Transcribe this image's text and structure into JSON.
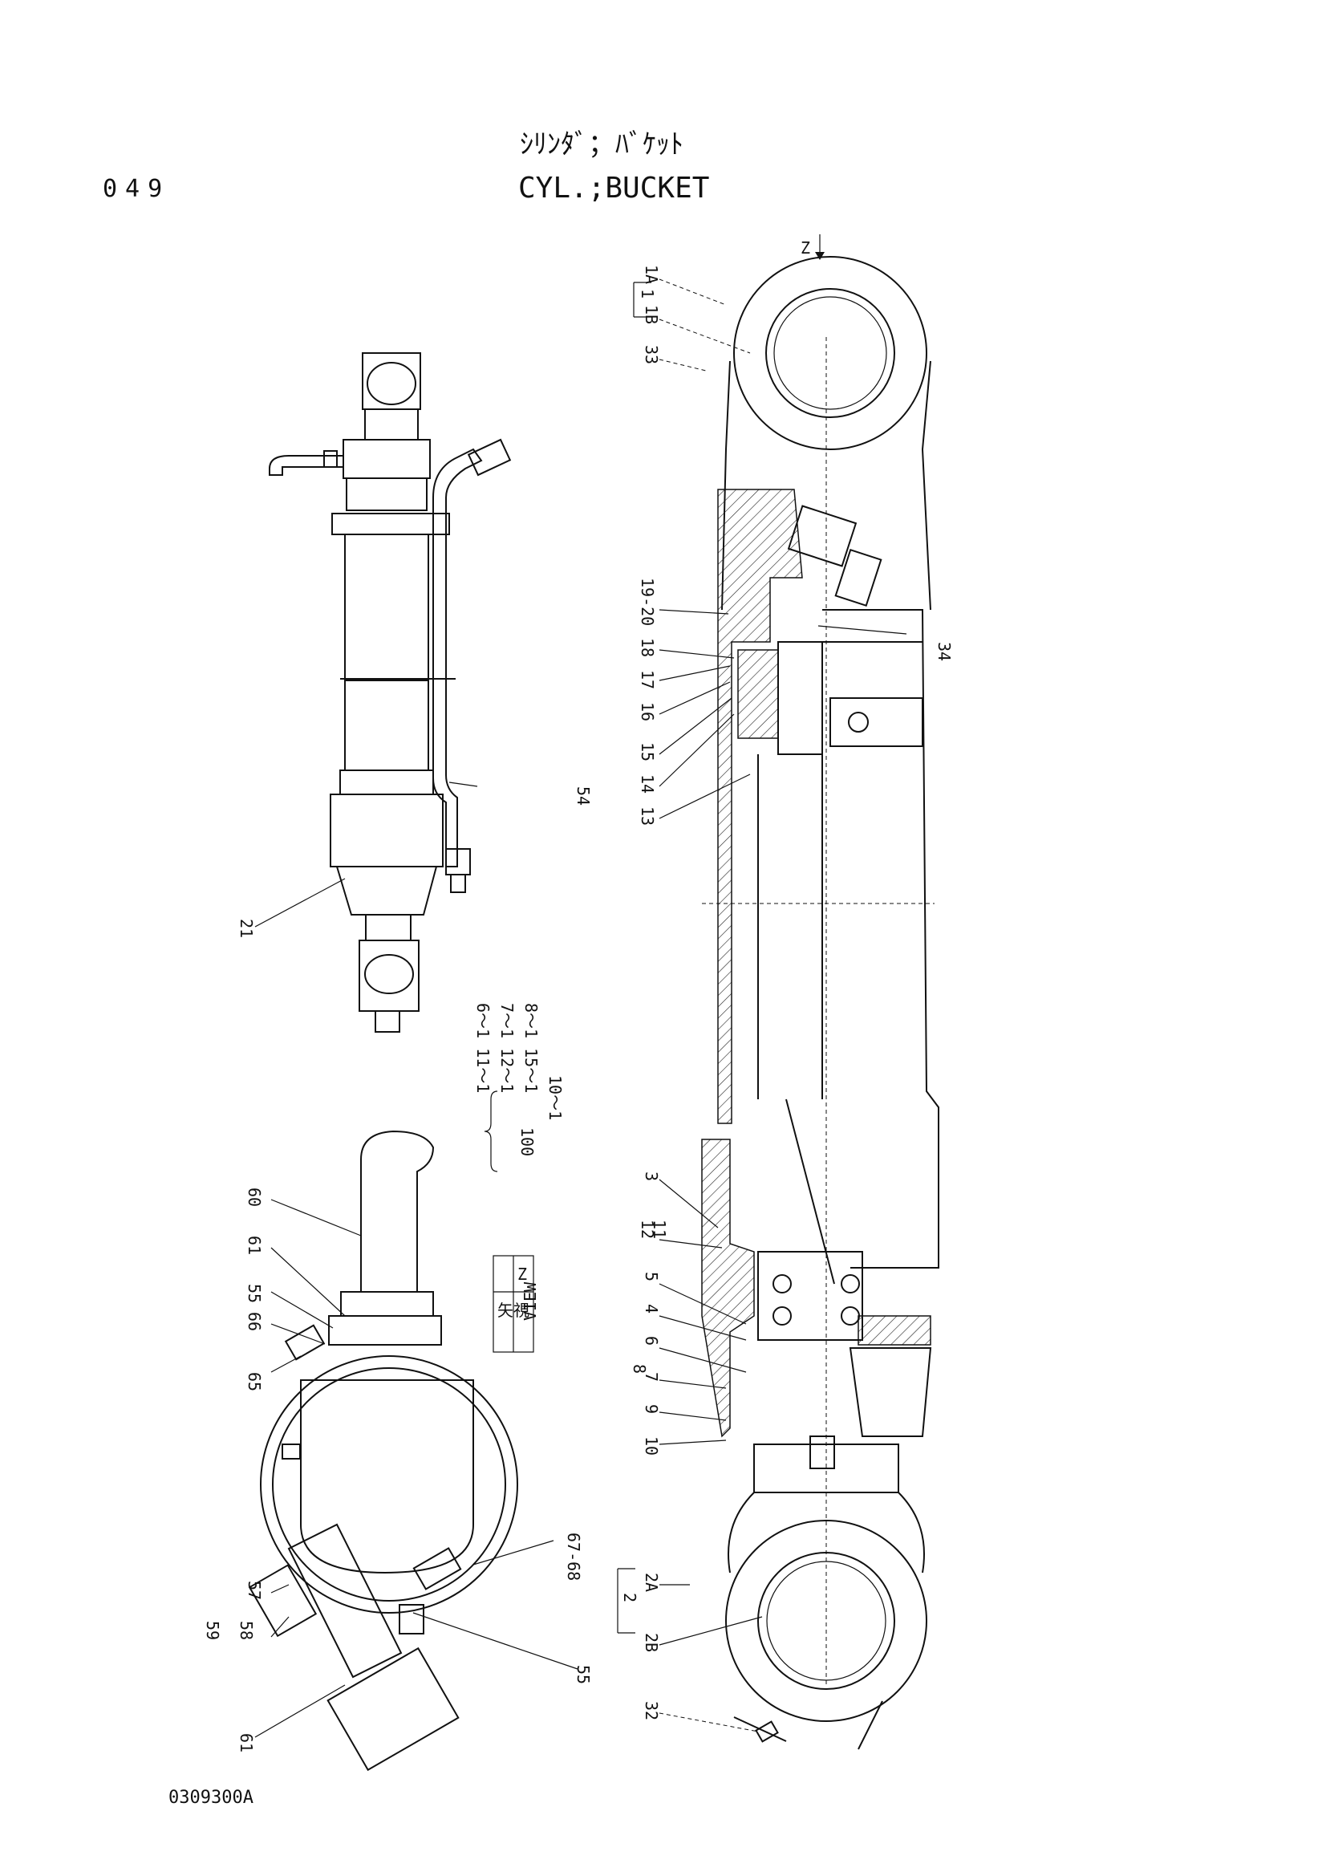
{
  "page_number": "049",
  "title_jp": "ｼﾘﾝﾀﾞ；ﾊﾞｹｯﾄ",
  "title_en": "CYL.;BUCKET",
  "drawing_code": "0309300A",
  "view": {
    "jp": "矢視",
    "en": "VIEW",
    "letter": "Z"
  },
  "z_arrow": "Z",
  "callouts": {
    "p1": "1",
    "p1A": "1A",
    "p1B": "1B",
    "p2": "2",
    "p2A": "2A",
    "p2B": "2B",
    "p3": "3",
    "p4": "4",
    "p5": "5",
    "p6": "6",
    "p7": "7",
    "p8": "8",
    "p9": "9",
    "p10": "10",
    "p11": "11",
    "p12": "12",
    "p13": "13",
    "p14": "14",
    "p15": "15",
    "p16": "16",
    "p17": "17",
    "p18": "18",
    "p1920": "19-20",
    "p21": "21",
    "p32": "32",
    "p33": "33",
    "p34": "34",
    "p54": "54",
    "p55a": "55",
    "p55b": "55",
    "p57": "57",
    "p58": "58",
    "p59": "59",
    "p60": "60",
    "p61a": "61",
    "p61b": "61",
    "p65": "65",
    "p66": "66",
    "p6768": "67-68"
  },
  "kit": {
    "number": "100",
    "rows": [
      "6～1  11～1",
      "7～1  12～1",
      "8～1  15～1",
      "10～1"
    ]
  }
}
